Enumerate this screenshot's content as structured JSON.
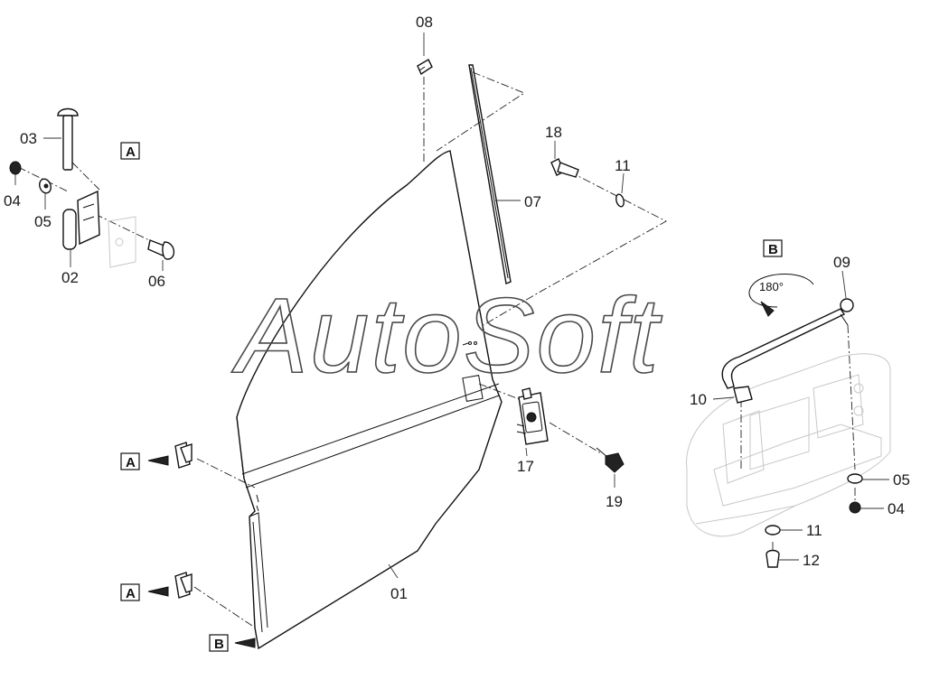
{
  "watermark": "AutoSoft",
  "rotation_note": "180°",
  "views": {
    "a": "A",
    "b": "B"
  },
  "labels": {
    "p01": "01",
    "p02": "02",
    "p03": "03",
    "p04_left": "04",
    "p05_left": "05",
    "p06": "06",
    "p07": "07",
    "p08": "08",
    "p09": "09",
    "p10": "10",
    "p11_top": "11",
    "p11_bottom": "11",
    "p12": "12",
    "p17": "17",
    "p18": "18",
    "p19": "19",
    "p05_right": "05",
    "p04_right": "04"
  },
  "callouts": {
    "c1": "A",
    "c2": "A",
    "c3": "B"
  }
}
